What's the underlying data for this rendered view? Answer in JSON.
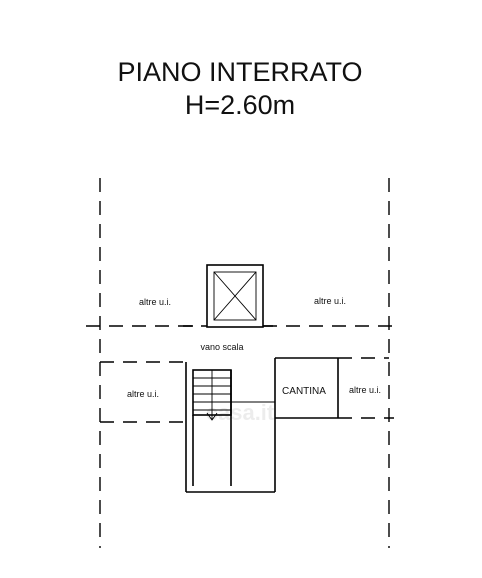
{
  "title": {
    "line1": "PIANO INTERRATO",
    "line2": "H=2.60m"
  },
  "labels": {
    "altre_top_left": "altre u.i.",
    "altre_top_right": "altre u.i.",
    "vano_scala": "vano scala",
    "altre_mid_left": "altre u.i.",
    "cantina": "CANTINA",
    "altre_mid_right": "altre u.i."
  },
  "watermark": "casa.it"
}
